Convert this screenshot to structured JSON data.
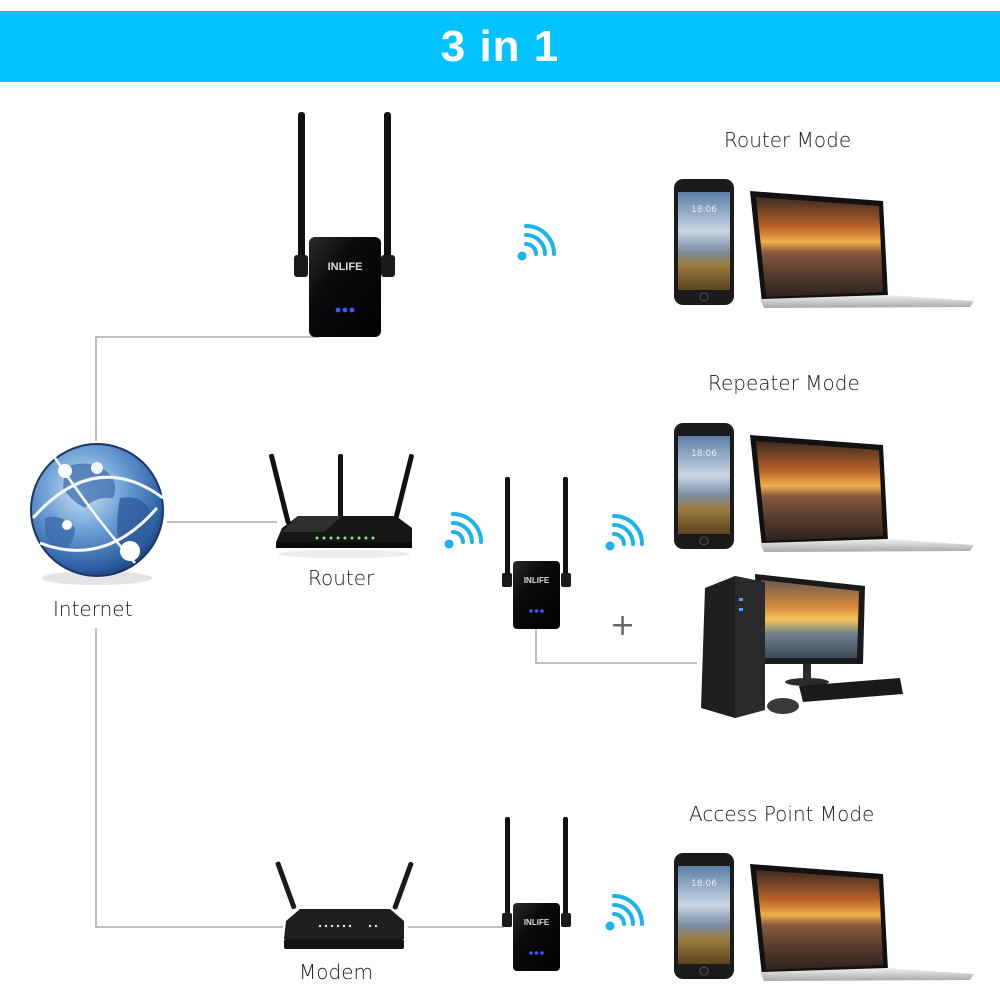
{
  "header": {
    "title": "3 in 1"
  },
  "nodes": {
    "internet": {
      "label": "Internet"
    },
    "router": {
      "label": "Router"
    },
    "modem": {
      "label": "Modem"
    },
    "extender_brand": "INLIFE"
  },
  "modes": [
    {
      "title": "Router Mode"
    },
    {
      "title": "Repeater Mode"
    },
    {
      "title": "Access Point Mode"
    }
  ],
  "devices": {
    "phone_clock": "18:06"
  },
  "symbols": {
    "plus": "+"
  },
  "colors": {
    "banner": "#00c3ff",
    "wifi": "#1bb3ea",
    "connector": "#bcc1c5",
    "led": "#3b5bff"
  }
}
